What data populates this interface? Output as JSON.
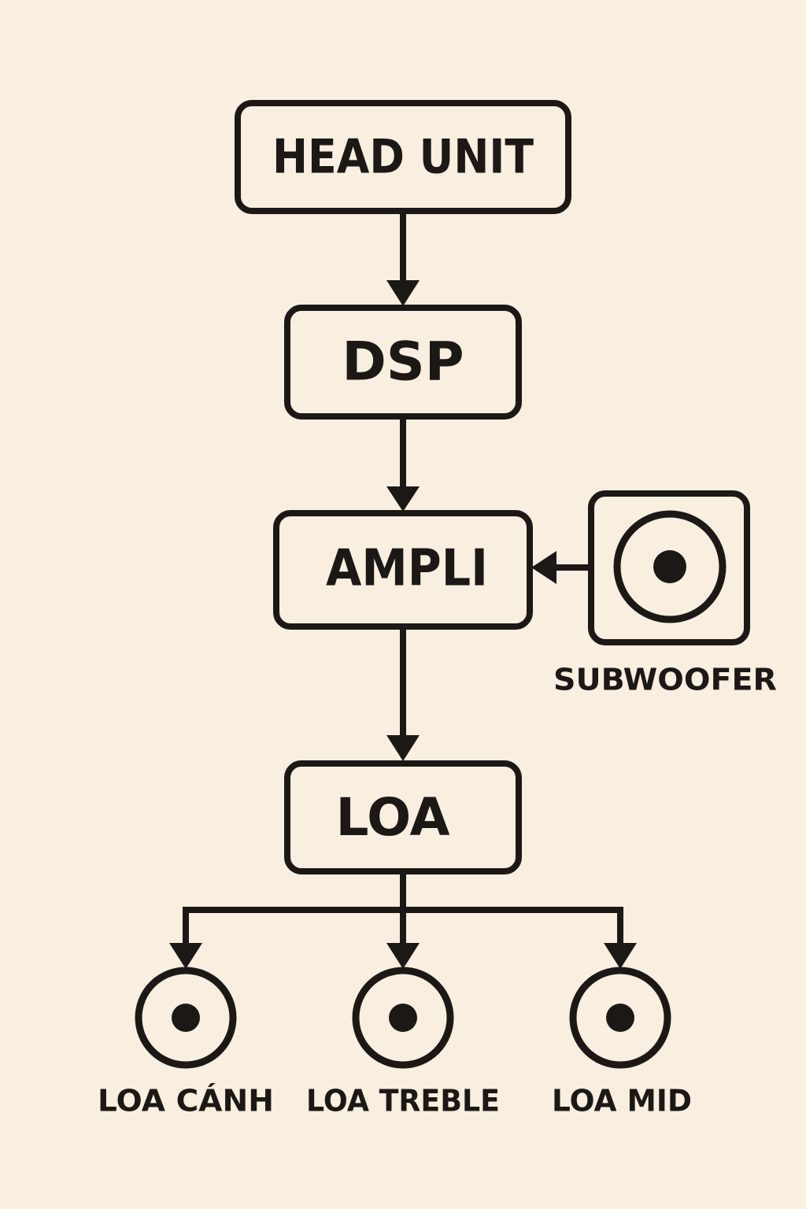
{
  "nodes": {
    "head_unit": "HEAD UNIT",
    "dsp": "DSP",
    "ampli": "AMPLI",
    "subwoofer": "SUBWOOFER",
    "loa": "LOA"
  },
  "speakers": [
    {
      "label": "LOA CÁNH"
    },
    {
      "label": "LOA TREBLE"
    },
    {
      "label": "LOA MID"
    }
  ],
  "edges": [
    {
      "from": "head_unit",
      "to": "dsp"
    },
    {
      "from": "dsp",
      "to": "ampli"
    },
    {
      "from": "subwoofer",
      "to": "ampli"
    },
    {
      "from": "ampli",
      "to": "loa"
    },
    {
      "from": "loa",
      "to": "LOA CÁNH"
    },
    {
      "from": "loa",
      "to": "LOA TREBLE"
    },
    {
      "from": "loa",
      "to": "LOA MID"
    }
  ]
}
